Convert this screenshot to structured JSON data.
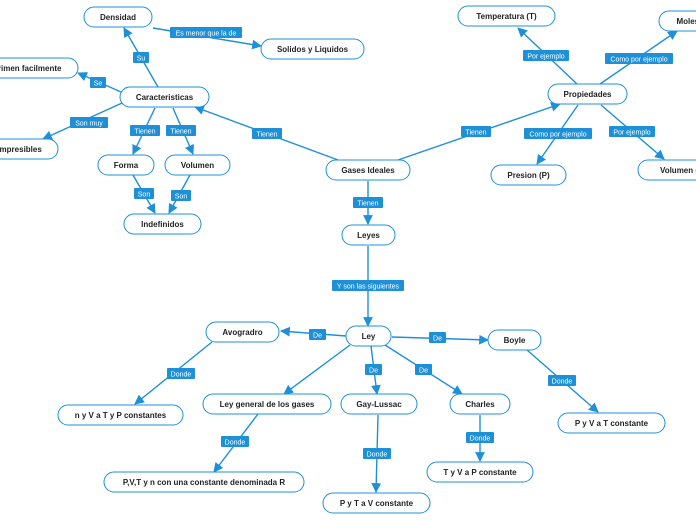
{
  "colors": {
    "accent": "#1e90d8",
    "node_border": "#1e90d8",
    "node_text": "#222222",
    "label_text": "#ffffff"
  },
  "nodes": {
    "densidad": "Densidad",
    "solidos_liquidos": "Solidos y Liquidos",
    "comprimen_facil": "comprimen facilmente",
    "caracteristicas": "Caracteristicas",
    "compresibles": "compresibles",
    "forma": "Forma",
    "volumen": "Volumen",
    "indefinidos": "Indefinidos",
    "gases_ideales": "Gases Ideales",
    "leyes": "Leyes",
    "ley": "Ley",
    "avogadro": "Avogradro",
    "nvtp": "n y V a T y P constantes",
    "ley_general": "Ley general de los gases",
    "pvtn": "P,V,T y n con una constante denominada R",
    "gay_lussac": "Gay-Lussac",
    "ptv": "P y T a V constante",
    "charles": "Charles",
    "tvp": "T y V a P constante",
    "boyle": "Boyle",
    "pvt": "P y V a T constante",
    "propiedades": "Propiedades",
    "temperatura": "Temperatura (T)",
    "moles": "Moles (n)",
    "presion": "Presion (P)",
    "volumen_v": "Volumen (V)"
  },
  "labels": {
    "menor": "Es menor que la de",
    "su": "Su",
    "se": "Se",
    "son_muy": "Son muy",
    "tienen": "Tienen",
    "son": "Son",
    "y_son": "Y son las siguientes",
    "de": "De",
    "donde": "Donde",
    "por_ejemplo": "Por ejemplo",
    "como_ejemplo": "Como por ejemplo"
  }
}
